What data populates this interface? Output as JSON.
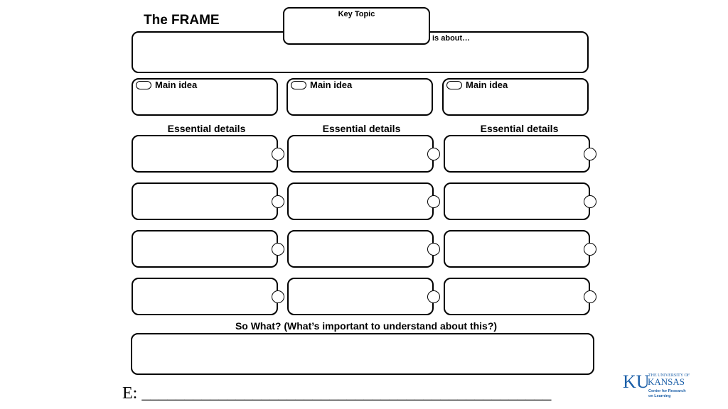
{
  "frame": {
    "title": "The FRAME",
    "key_topic_label": "Key Topic",
    "is_about_label": "is about…",
    "main_ideas": [
      "Main idea",
      "Main idea",
      "Main idea"
    ],
    "essential_details": [
      "Essential details",
      "Essential details",
      "Essential details"
    ],
    "so_what_label": "So What? (What’s important to understand about this?)",
    "e_line": "E: ________________________________________________"
  },
  "logo": {
    "ku": "KU",
    "line1": "THE UNIVERSITY OF",
    "line2": "KANSAS",
    "line3": "Center for Research",
    "line4": "on Learning",
    "brand_color": "#1b5fa8"
  }
}
